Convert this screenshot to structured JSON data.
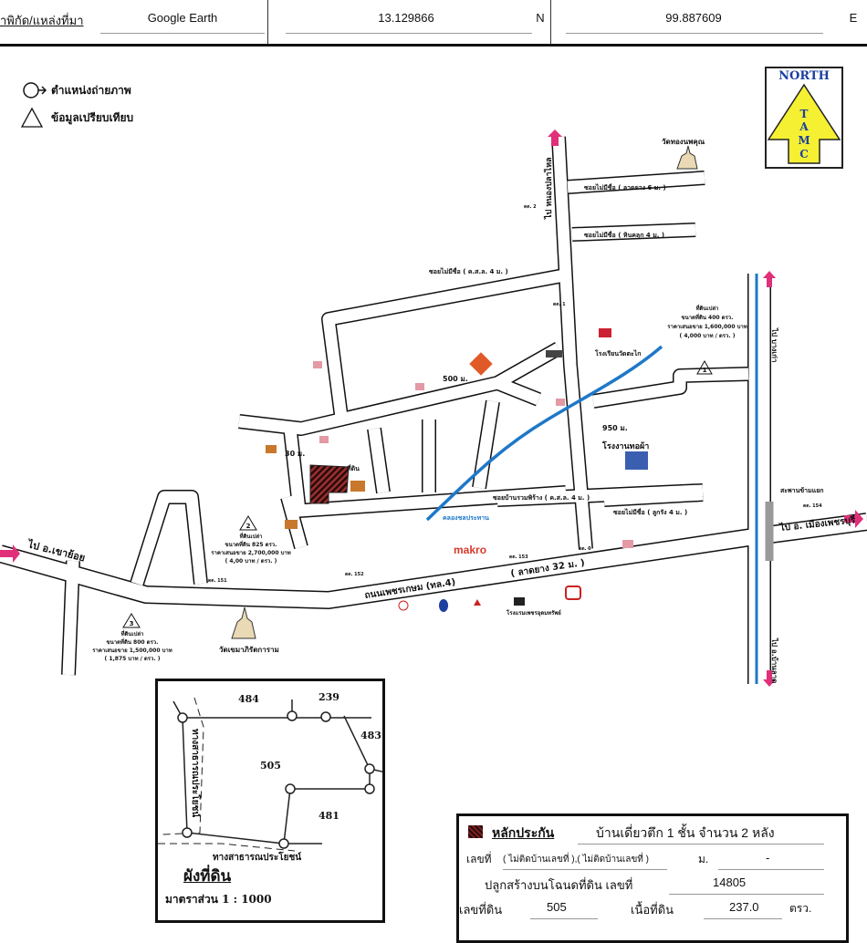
{
  "header": {
    "coord_label": "าพิกัด/แหล่งที่มา",
    "source": "Google Earth",
    "latitude": "13.129866",
    "lat_dir": "N",
    "longitude": "99.887609",
    "lon_dir": "E"
  },
  "legend": {
    "photo_position": "ตำแหน่งถ่ายภาพ",
    "comparable_data": "ข้อมูลเปรียบเทียบ"
  },
  "north_arrow": {
    "label": "NORTH",
    "letters": [
      "T",
      "A",
      "M",
      "C"
    ]
  },
  "colors": {
    "river": "#1e78c8",
    "plot": "#7a1f1f",
    "arrow": "#e0307a",
    "north_fill": "#f5f032",
    "north_text": "#1d3fa0"
  },
  "map": {
    "to_khao_yoi": "ไป อ.เขาย้อย",
    "to_mueang_phetchaburi": "ไป อ. เมืองเพชรบุรี",
    "main_road": "ถนนเพชรเกษม (ทล.4)",
    "main_road_width": "( ลาดยาง 32 ม. )",
    "to_north": "ไป หนองปลาไหล",
    "to_bang_kao": "ไป บางเก่า",
    "to_ban_lat": "ไป อ.บ้านลาด",
    "temple_north": "วัดทองนพคุณ",
    "temple_south": "วัดเขมาภิรัตการาม",
    "soi_temple": "ซอยไม่มีชื่อ ( ลาดยาง 6 ม. )",
    "soi_2": "ซอยไม่มีชื่อ ( หินคลุก 4 ม. )",
    "soi_loop": "ซอยไม่มีชื่อ ( ค.ส.ล. 4 ม. )",
    "soi_east": "ซอยไม่มีชื่อ ( ลูกรัง 4 ม. )",
    "soi_village": "ซอยบ้านรวมพิร้าง ( ค.ส.ล. 4 ม. )",
    "distance_500": "500 ม.",
    "distance_950": "950 ม.",
    "distance_30": "30 ม.",
    "school": "โรงเรียนวัดตะไก",
    "factory": "โรงงานทอผ้า",
    "canal": "คลองชลประทาน",
    "bridge": "สะพานข้ามแยก",
    "makro": "makro",
    "market": "โรงแรมเพชรอุดมทรัพย์",
    "plot_label": "ที่ดิน",
    "comps": [
      {
        "id": "1",
        "title": "ที่ดินเปล่า",
        "area": "ขนาดที่ดิน 400 ตรว.",
        "price": "ราคาเสนอขาย 1,600,000 บาท",
        "unit": "( 4,000 บาท / ตรว. )"
      },
      {
        "id": "2",
        "title": "ที่ดินเปล่า",
        "area": "ขนาดที่ดิน 825 ตรว.",
        "price": "ราคาเสนอขาย 2,700,000 บาท",
        "unit": "( 4,00 บาท / ตรว. )"
      },
      {
        "id": "3",
        "title": "ที่ดินเปล่า",
        "area": "ขนาดที่ดิน 800 ตรว.",
        "price": "ราคาเสนอขาย 1,500,000 บาท",
        "unit": "( 1,875 บาท / ตรว. )"
      }
    ],
    "poles": [
      "ดต. 2",
      "ดต. 1",
      "ดต. 151",
      "ดต. 152",
      "ดต. 153",
      "ดต. 0",
      "ดต. 154"
    ]
  },
  "plan": {
    "parcels": [
      "484",
      "239",
      "483",
      "505",
      "481"
    ],
    "road_side": "ทางสาธารณประโยชน์",
    "road_bottom": "ทางสาธารณประโยชน์",
    "title": "ผังที่ดิน",
    "scale": "มาตราส่วน 1 : 1000"
  },
  "info": {
    "collateral_label": "หลักประกัน",
    "building": "บ้านเดี่ยวตึก  1  ชั้น   จำนวน 2  หลัง",
    "no_label": "เลขที่",
    "no_value": "( ไม่ติดบ้านเลขที่ ),( ไม่ติดบ้านเลขที่ )",
    "moo_label": "ม.",
    "moo_value": "-",
    "deed_label": "ปลูกสร้างบนโฉนดที่ดิน เลขที่",
    "deed_value": "14805",
    "land_no_label": "เลขที่ดิน",
    "land_no_value": "505",
    "area_label": "เนื้อที่ดิน",
    "area_value": "237.0",
    "area_unit": "ตรว."
  }
}
